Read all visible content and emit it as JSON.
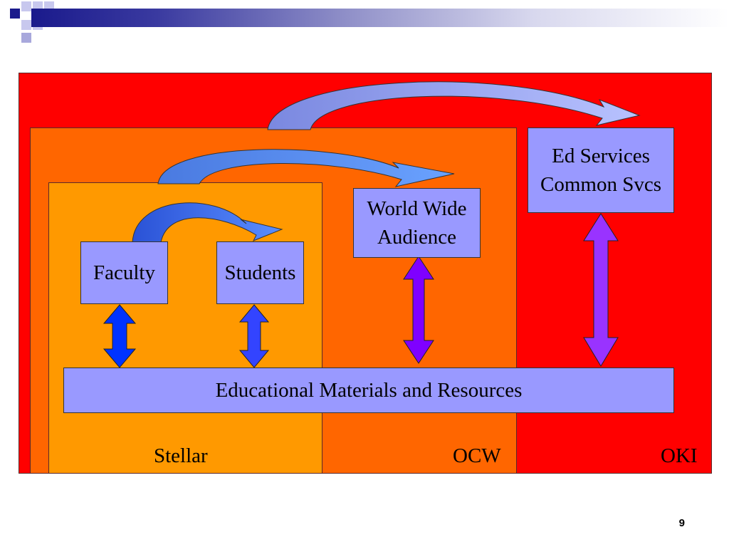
{
  "regions": {
    "oki": {
      "label": "OKI",
      "color": "#ff0000"
    },
    "ocw": {
      "label": "OCW",
      "color": "#ff6600"
    },
    "stellar": {
      "label": "Stellar",
      "color": "#ff9900"
    }
  },
  "boxes": {
    "faculty": "Faculty",
    "students": "Students",
    "world_wide_line1": "World Wide",
    "world_wide_line2": "Audience",
    "ed_services_line1": "Ed Services",
    "ed_services_line2": "Common Svcs",
    "materials": "Educational Materials and Resources"
  },
  "colors": {
    "box_fill": "#9999ff",
    "arrow_blue_dark": "#0033ff",
    "arrow_blue_mid": "#3366ff",
    "arrow_purple": "#7f00ff",
    "arrow_violet": "#9933ff",
    "curve_dark": "#2e5fd6",
    "curve_light": "#7a8ae6"
  },
  "icons": {
    "logo": "blue-squares-logo"
  },
  "page_number": "9"
}
